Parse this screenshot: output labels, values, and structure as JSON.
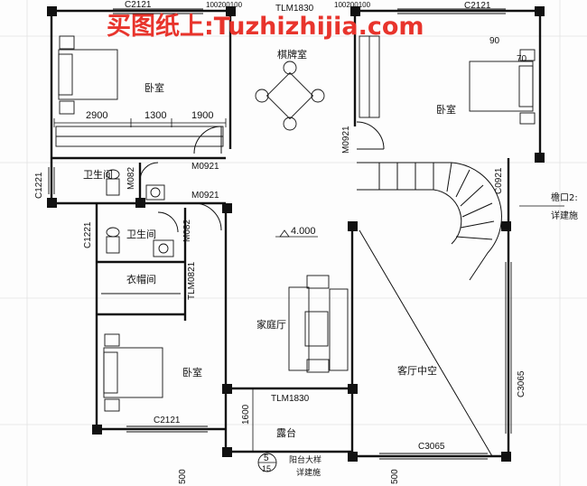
{
  "watermark": {
    "text": "买图纸上:Tuzhizhijia.com",
    "color": "#e8342c"
  },
  "rooms": {
    "bedroom_top_left": "卧室",
    "chess_room": "棋牌室",
    "bedroom_top_right": "卧室",
    "bathroom_1": "卫生间",
    "bathroom_2": "卫生间",
    "closet": "衣帽间",
    "family_hall": "家庭厅",
    "living_void": "客厅中空",
    "bedroom_bottom_left": "卧室",
    "terrace": "露台"
  },
  "openings": {
    "c2121_top_left": "C2121",
    "top_100200100_a": "100200100",
    "tlm1830_top": "TLM1830",
    "top_100200100_b": "100200100",
    "c2121_top_right": "C2121",
    "m0921_top_right": "M0921",
    "m0921_mid": "M0921",
    "m082_a": "M082",
    "m0921_lower": "M0921",
    "m082_b": "M082",
    "c1221_a": "C1221",
    "c1221_b": "C1221",
    "tlm0821": "TLM0821",
    "c0921": "C0921",
    "c3065_right": "C3065",
    "c3065_bottom": "C3065",
    "tlm1830_bottom": "TLM1830",
    "c2121_bottom": "C2121"
  },
  "dimensions": {
    "d2900": "2900",
    "d1300": "1300",
    "d1900": "1900",
    "d1600": "1600",
    "d90": "90",
    "d70": "70",
    "d500_a": "500",
    "d500_b": "500"
  },
  "annotations": {
    "elevation": "4.000",
    "eave_label": "檐口2:",
    "detail_right": "详建施",
    "detail_number": "5",
    "detail_sheet": "15",
    "balcony_detail": "阳台大样",
    "detail_bottom": "详建施"
  }
}
